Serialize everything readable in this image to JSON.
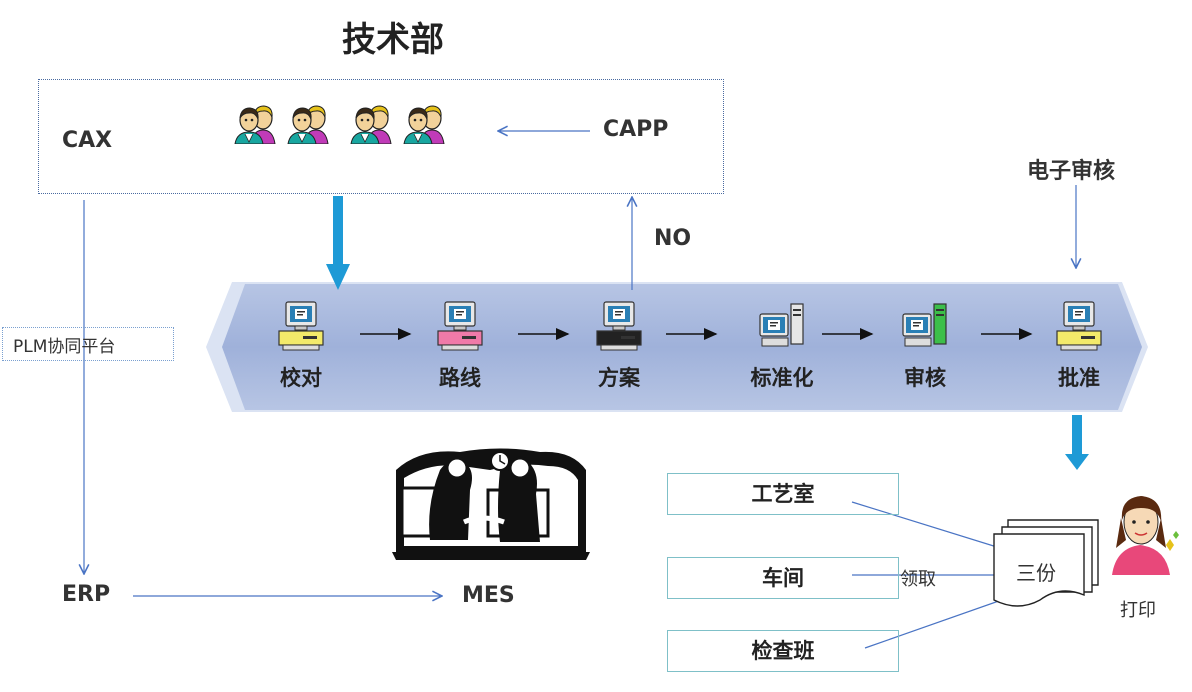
{
  "title": "技术部",
  "tech": {
    "left_label": "CAX",
    "right_label": "CAPP",
    "people_icons": [
      "people-icon",
      "people-icon",
      "people-icon",
      "people-icon"
    ]
  },
  "reject_label": "NO",
  "approval_label": "电子审核",
  "platform_label": "PLM协同平台",
  "steps": [
    {
      "label": "校对",
      "icon": "computer-icon"
    },
    {
      "label": "路线",
      "icon": "computer-icon"
    },
    {
      "label": "方案",
      "icon": "computer-icon"
    },
    {
      "label": "标准化",
      "icon": "tower-computer-icon"
    },
    {
      "label": "审核",
      "icon": "tower-computer-icon"
    },
    {
      "label": "批准",
      "icon": "computer-icon"
    }
  ],
  "systems": {
    "erp": "ERP",
    "mes": "MES"
  },
  "departments": [
    "工艺室",
    "车间",
    "检查班"
  ],
  "receive_label": "领取",
  "copies_label": "三份",
  "print_label": "打印",
  "colors": {
    "band": "#a9b9dc",
    "band_edge": "#c9d5ec",
    "arrow_blue": "#1e9ad6",
    "line_blue": "#4a74c4",
    "box_border": "#7fc0c8"
  }
}
